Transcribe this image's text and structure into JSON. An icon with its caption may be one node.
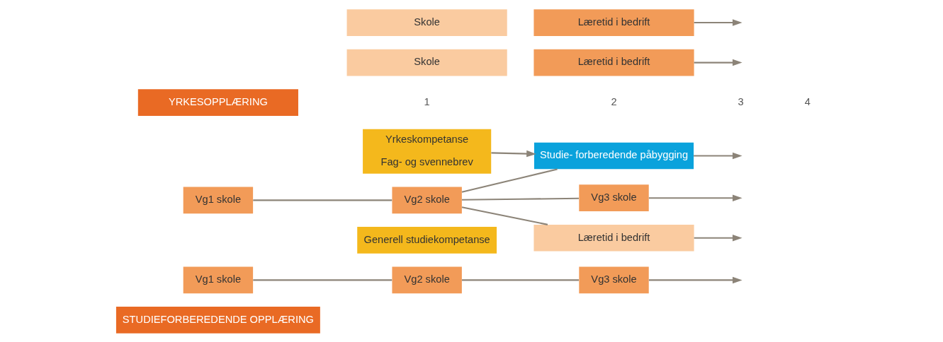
{
  "diagram": {
    "nodes": [
      {
        "text": [
          "STUDIEFORBEREDENDE OPPLÆRING"
        ]
      },
      {
        "text": [
          "Vg1 skole"
        ]
      },
      {
        "text": [
          "Vg2 skole"
        ]
      },
      {
        "text": [
          "Vg3 skole"
        ]
      },
      {
        "text": [
          "Generell studiekompetanse"
        ]
      },
      {
        "text": [
          "Studie- forberedende påbygging"
        ]
      },
      {
        "text": [
          "YRKESOPPLÆRING"
        ]
      },
      {
        "text": [
          "Vg1 skole"
        ]
      },
      {
        "text": [
          "Vg2 skole"
        ]
      },
      {
        "text": [
          "Vg3 skole"
        ]
      },
      {
        "text": [
          "Læretid i bedrift"
        ]
      },
      {
        "text": [
          "Skole"
        ]
      },
      {
        "text": [
          "Læretid i bedrift"
        ]
      },
      {
        "text": [
          "Skole"
        ]
      },
      {
        "text": [
          "Læretid i bedrift"
        ]
      },
      {
        "text": [
          "Yrkeskompetanse",
          "Fag- og svennebrev"
        ]
      }
    ],
    "edges": [
      {
        "from": 1,
        "to": 2,
        "arrow": "none"
      },
      {
        "from": 2,
        "to": 3,
        "arrow": "none"
      },
      {
        "from": 3,
        "to": null,
        "arrow": "to"
      },
      {
        "from": 8,
        "to": 5,
        "arrow": "none"
      },
      {
        "from": 5,
        "to": null,
        "arrow": "to"
      },
      {
        "from": 15,
        "to": 5,
        "arrow": "to"
      },
      {
        "from": 7,
        "to": 8,
        "arrow": "none"
      },
      {
        "from": 8,
        "to": 9,
        "arrow": "none"
      },
      {
        "from": 9,
        "to": null,
        "arrow": "to"
      },
      {
        "from": 8,
        "to": 10,
        "arrow": "none"
      },
      {
        "from": 10,
        "to": null,
        "arrow": "to"
      },
      {
        "from": 12,
        "to": null,
        "arrow": "to"
      },
      {
        "from": 14,
        "to": null,
        "arrow": "to"
      }
    ],
    "labels": [
      "1",
      "2",
      "3",
      "4"
    ]
  }
}
